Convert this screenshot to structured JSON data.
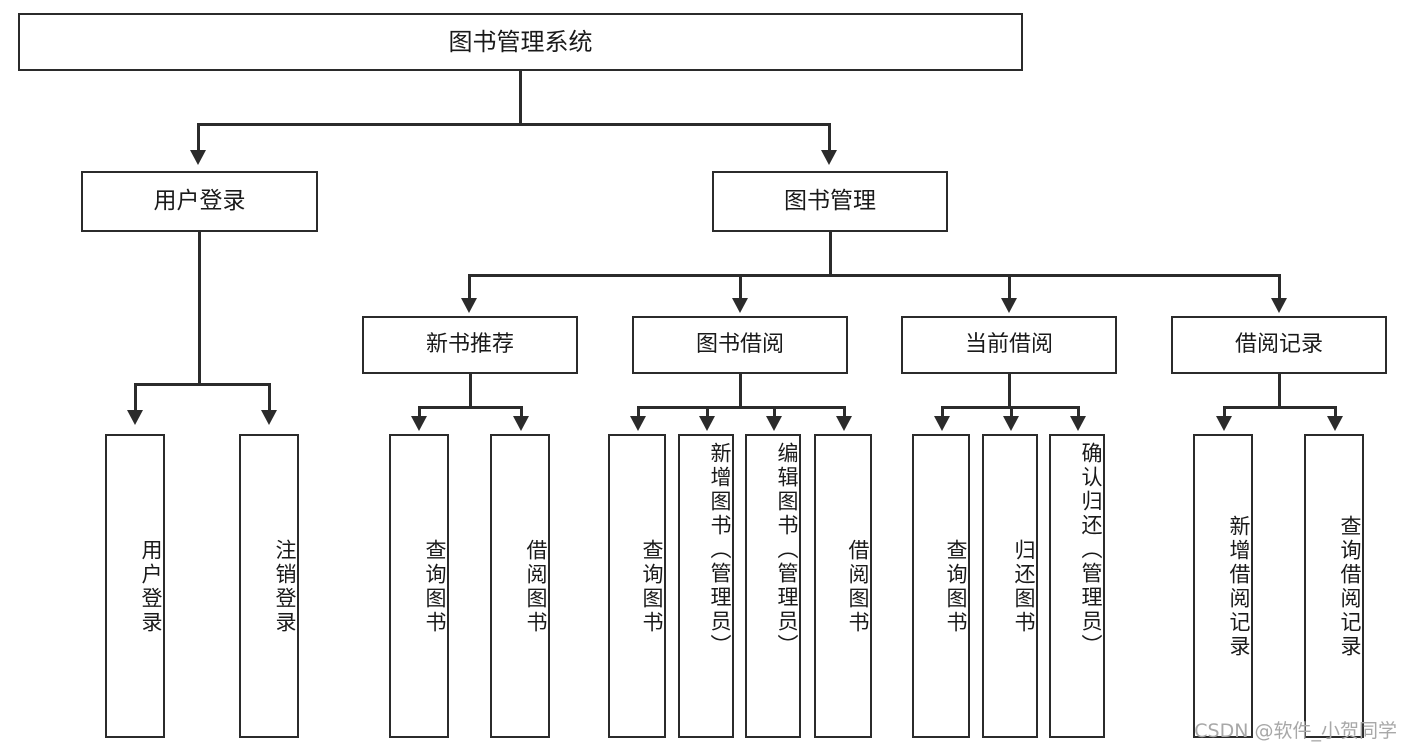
{
  "diagram": {
    "title": "图书管理系统",
    "watermark": "CSDN @软件_小贺同学",
    "root": {
      "label": "图书管理系统"
    },
    "level1": [
      {
        "label": "用户登录"
      },
      {
        "label": "图书管理"
      }
    ],
    "level2": [
      {
        "label": "新书推荐"
      },
      {
        "label": "图书借阅"
      },
      {
        "label": "当前借阅"
      },
      {
        "label": "借阅记录"
      }
    ],
    "leaves": {
      "user_login": [
        {
          "label": "用户登录"
        },
        {
          "label": "注销登录"
        }
      ],
      "new_book_recommend": [
        {
          "label": "查询图书"
        },
        {
          "label": "借阅图书"
        }
      ],
      "book_borrow": [
        {
          "label": "查询图书"
        },
        {
          "label": "新增图书（管理员）"
        },
        {
          "label": "编辑图书（管理员）"
        },
        {
          "label": "借阅图书"
        }
      ],
      "current_borrow": [
        {
          "label": "查询图书"
        },
        {
          "label": "归还图书"
        },
        {
          "label": "确认归还（管理员）"
        }
      ],
      "borrow_record": [
        {
          "label": "新增借阅记录"
        },
        {
          "label": "查询借阅记录"
        }
      ]
    },
    "colors": {
      "stroke": "#2b2b2b",
      "fill": "#ffffff",
      "text": "#1a1a1a",
      "watermark": "#a8a8a8"
    }
  }
}
